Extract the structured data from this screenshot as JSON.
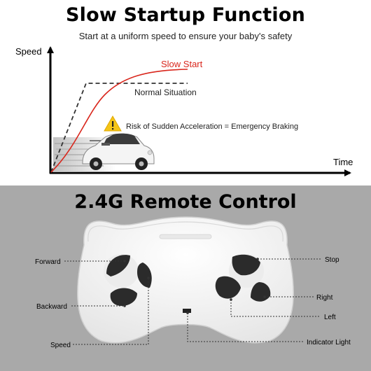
{
  "graph": {
    "title": "Slow Startup Function",
    "subtitle": "Start at a uniform speed to ensure your baby's safety",
    "y_axis_label": "Speed",
    "x_axis_label": "Time",
    "slow_start_label": "Slow Start",
    "normal_label": "Normal Situation",
    "warning_text": "Risk of Sudden Acceleration = Emergency Braking",
    "colors": {
      "slow_start": "#d9261c",
      "normal": "#333333",
      "warning": "#f5c518"
    }
  },
  "remote": {
    "title": "2.4G Remote Control",
    "labels": {
      "forward": "Forward",
      "backward": "Backward",
      "speed": "Speed",
      "stop": "Stop",
      "right": "Right",
      "left": "Left",
      "indicator": "Indicator Light"
    }
  }
}
